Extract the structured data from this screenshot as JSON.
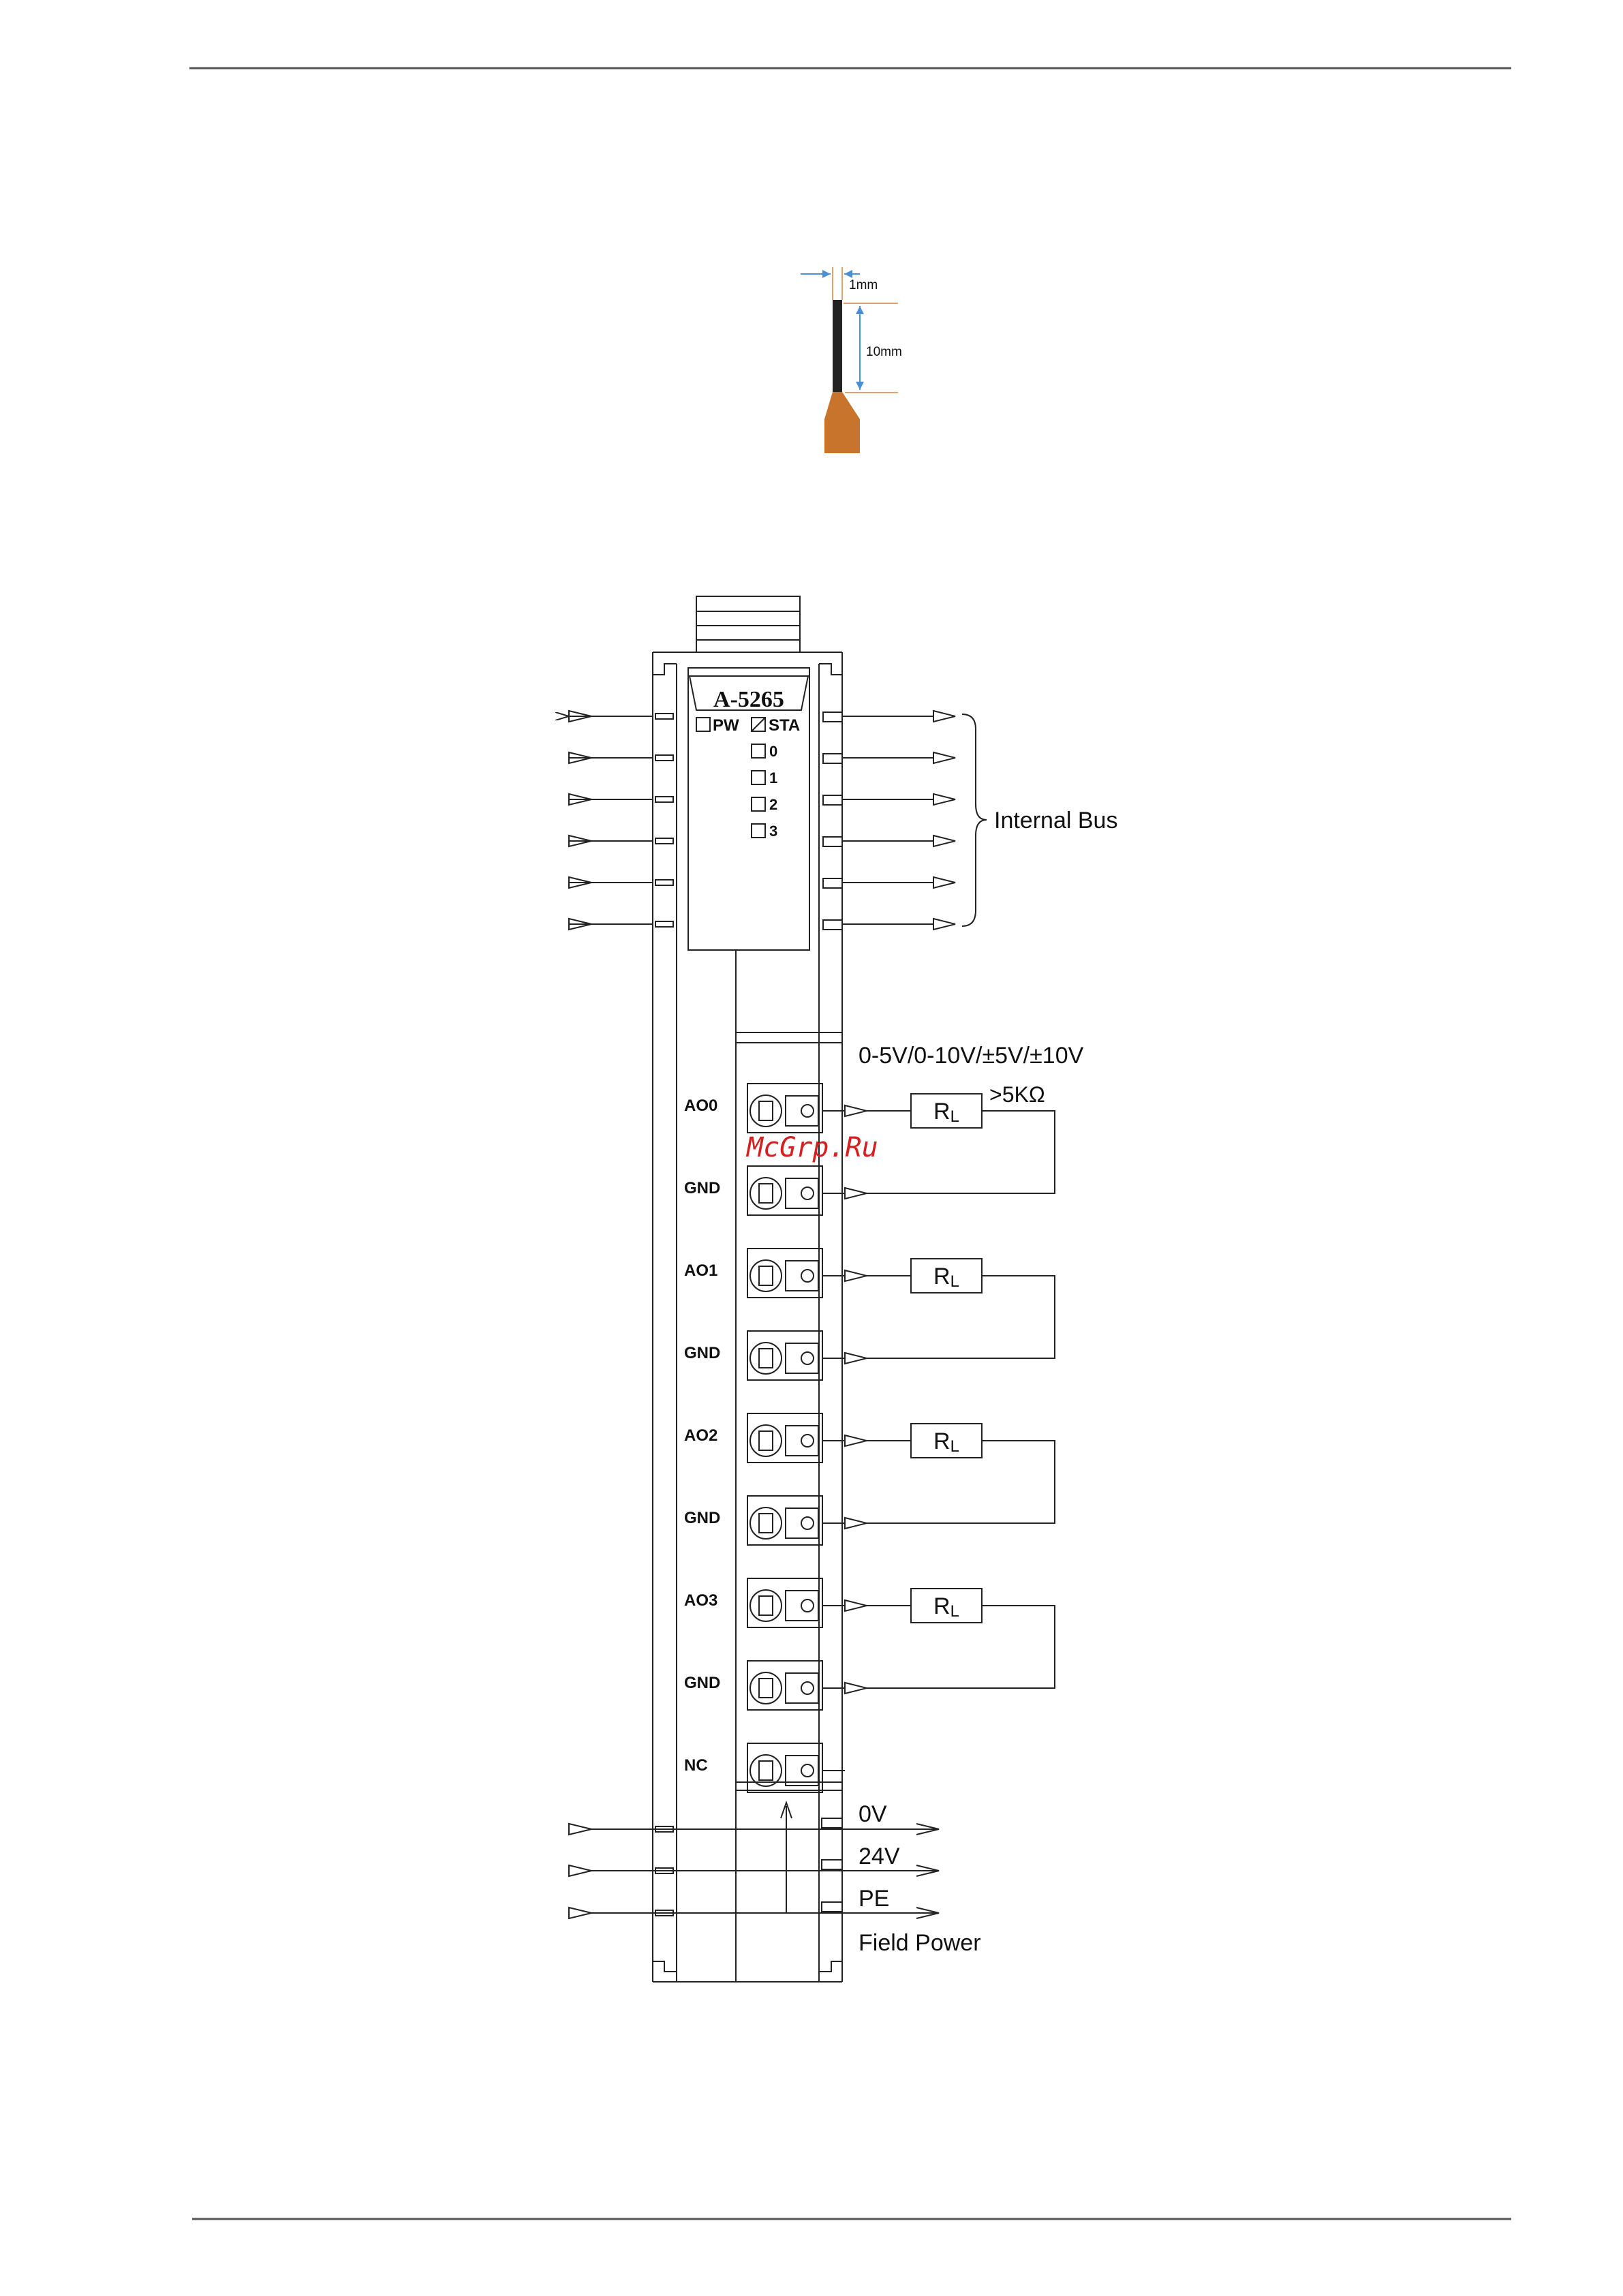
{
  "ferrule": {
    "width_label": "1mm",
    "length_label": "10mm"
  },
  "module": {
    "name": "A-5265",
    "leds": {
      "pw": "PW",
      "sta": "STA",
      "channels": [
        "0",
        "1",
        "2",
        "3"
      ]
    },
    "terminals": [
      "AO0",
      "GND",
      "AO1",
      "GND",
      "AO2",
      "GND",
      "AO3",
      "GND",
      "NC"
    ]
  },
  "labels": {
    "internal_bus": "Internal Bus",
    "range": "0-5V/0-10V/±5V/±10V",
    "load": ">5KΩ",
    "load_resistor": "R",
    "load_subscript": "L",
    "zero_v": "0V",
    "twenty_four_v": "24V",
    "pe": "PE",
    "field_power": "Field Power"
  },
  "watermark": "McGrp.Ru",
  "colors": {
    "ferrule_copper": "#c8742c",
    "dimension_line": "#e0a070",
    "dimension_arrow": "#4a8fd8",
    "watermark": "#d42020"
  }
}
